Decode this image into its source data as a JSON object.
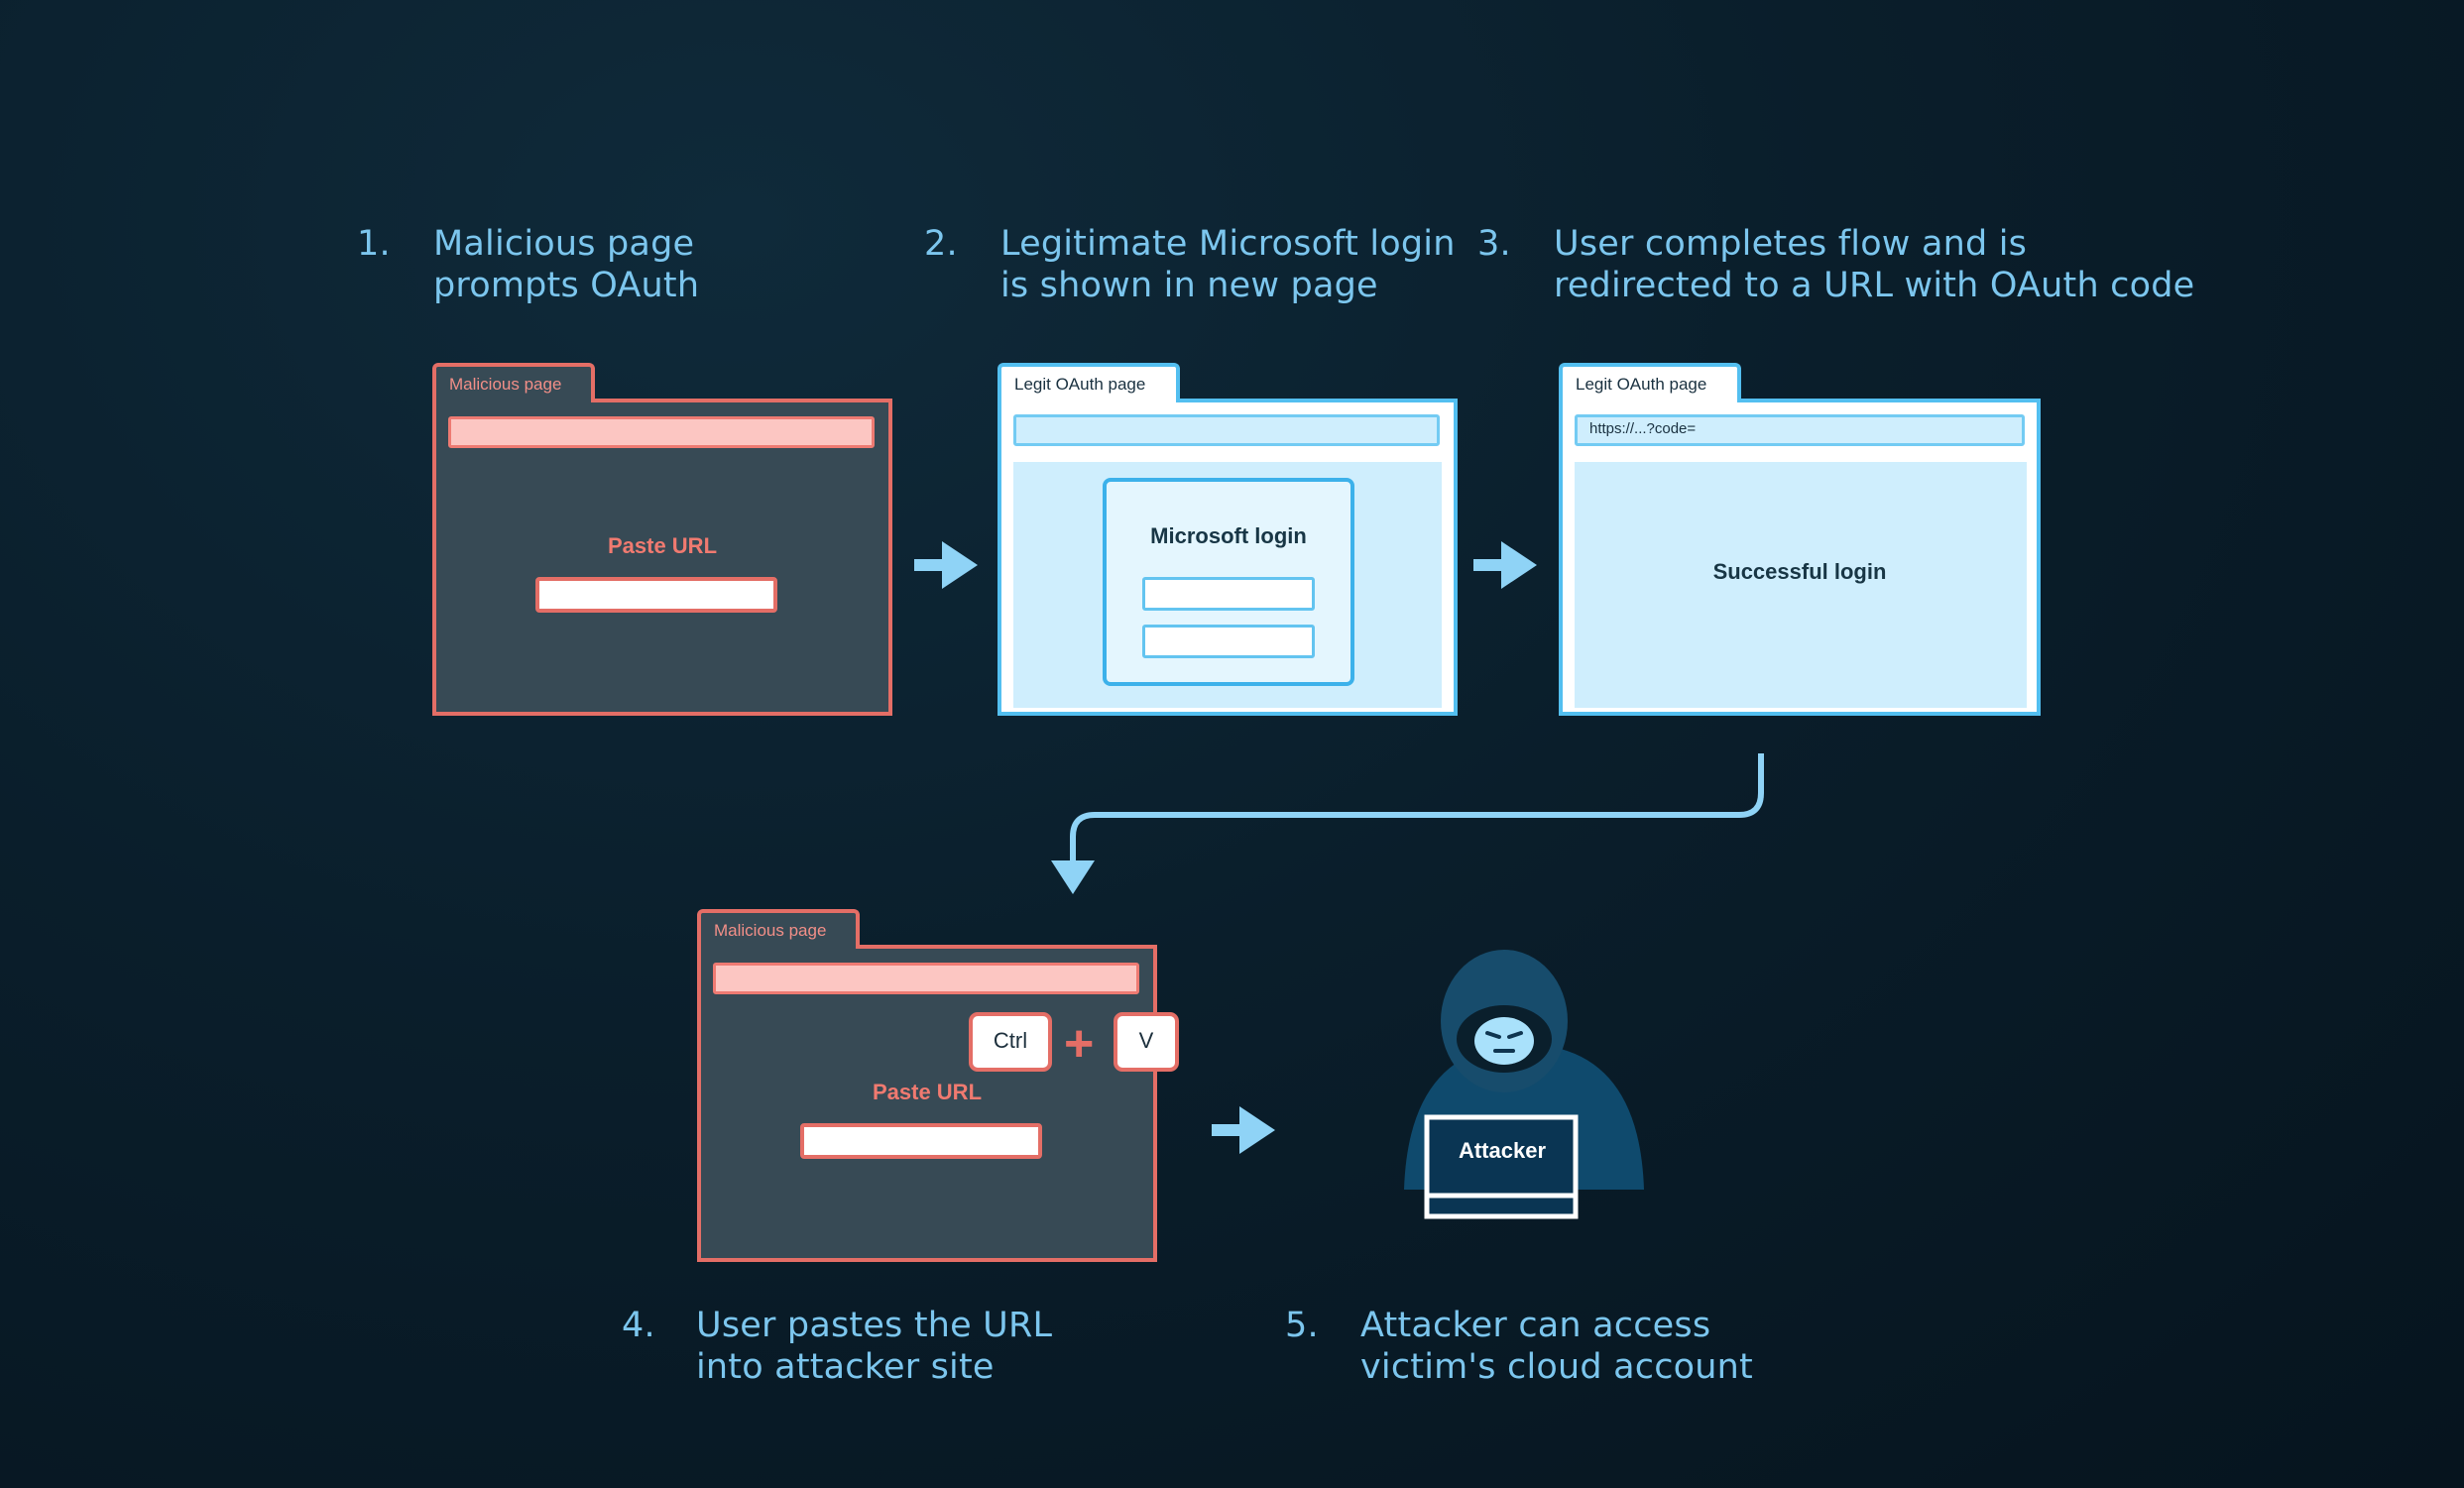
{
  "steps": [
    {
      "num": "1.",
      "lines": [
        "Malicious page",
        "prompts OAuth"
      ]
    },
    {
      "num": "2.",
      "lines": [
        "Legitimate Microsoft login",
        "is shown in new page"
      ]
    },
    {
      "num": "3.",
      "lines": [
        "User completes flow and is",
        "redirected to a URL with OAuth code"
      ]
    },
    {
      "num": "4.",
      "lines": [
        "User pastes the URL",
        "into attacker site"
      ]
    },
    {
      "num": "5.",
      "lines": [
        "Attacker can access",
        "victim's cloud account"
      ]
    }
  ],
  "windows": {
    "malicious1": {
      "tab": "Malicious page",
      "paste_label": "Paste URL"
    },
    "legit2": {
      "tab": "Legit OAuth page",
      "login_title": "Microsoft login"
    },
    "legit3": {
      "tab": "Legit OAuth page",
      "address": "https://...?code=",
      "message": "Successful login"
    },
    "malicious4": {
      "tab": "Malicious page",
      "paste_label": "Paste URL"
    }
  },
  "keys": {
    "ctrl": "Ctrl",
    "plus": "+",
    "v": "V"
  },
  "attacker": {
    "label": "Attacker"
  },
  "colors": {
    "text": "#7cc6ee",
    "malicious": "#e46e66",
    "legit": "#53bff0",
    "arrow": "#8fd3f6"
  }
}
